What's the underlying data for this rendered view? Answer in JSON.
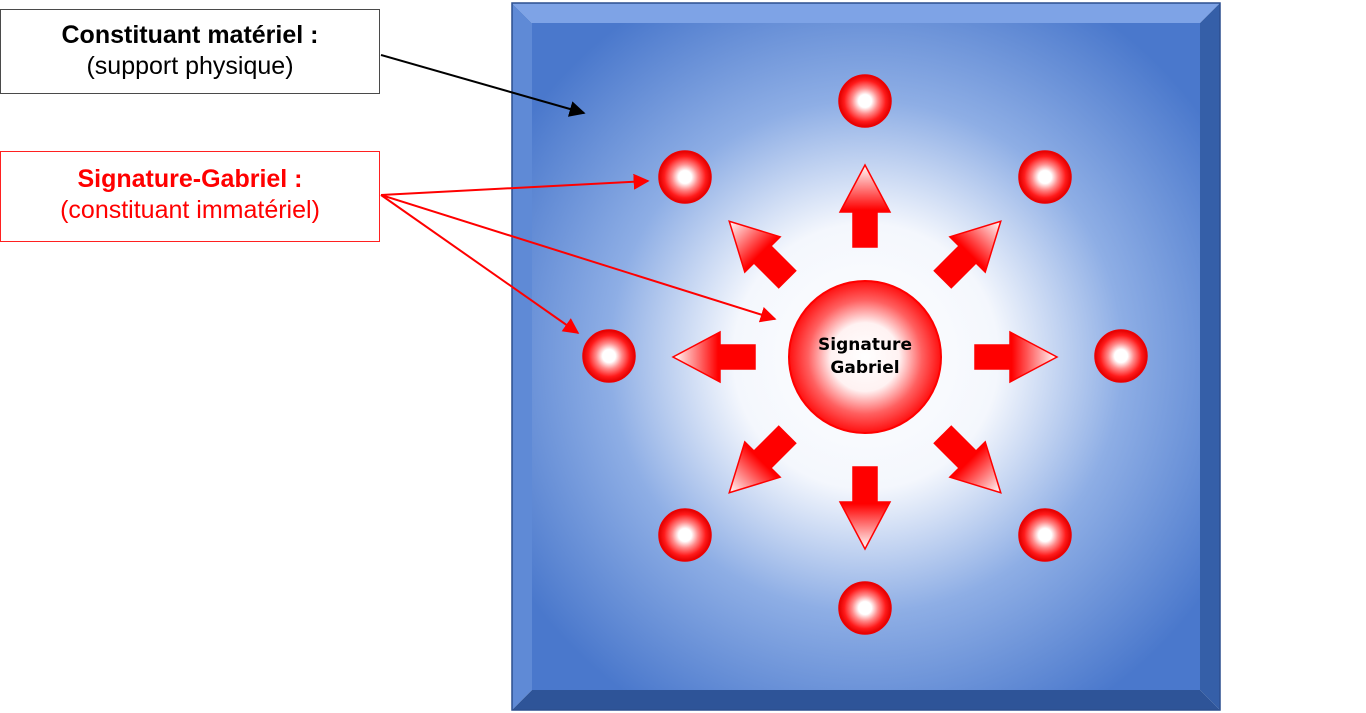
{
  "labels": {
    "material": {
      "title": "Constituant matériel :",
      "subtitle": "(support physique)"
    },
    "gabriel": {
      "title": "Signature-Gabriel :",
      "subtitle": "(constituant immatériel)"
    }
  },
  "center": {
    "line1": "Signature",
    "line2": "Gabriel"
  },
  "colors": {
    "panel": "#4a78cc",
    "panel_light": "#ffffff",
    "red": "#ff0000",
    "material_border": "#4a4a4a"
  }
}
